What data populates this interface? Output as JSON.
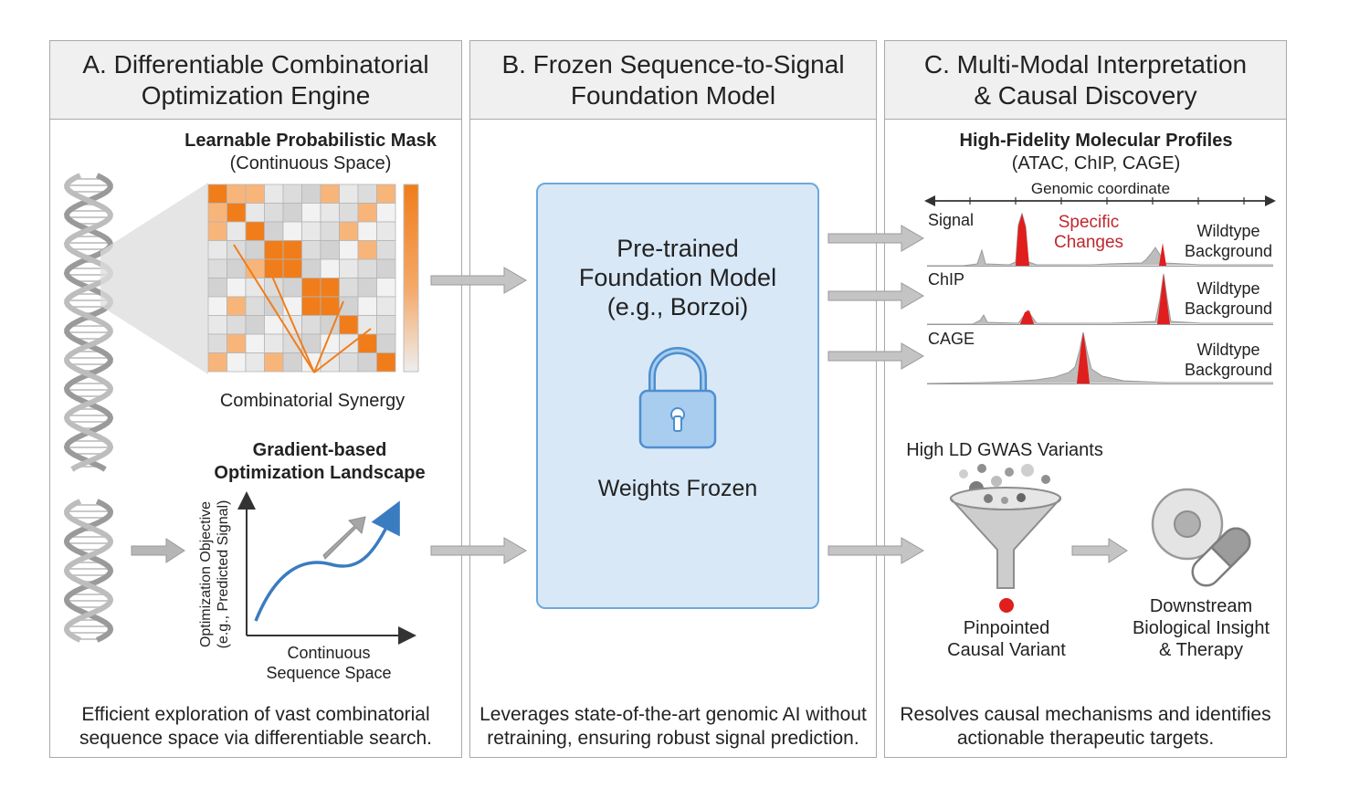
{
  "panels": {
    "a": {
      "title_line1": "A. Differentiable Combinatorial",
      "title_line2": "Optimization Engine",
      "mask_title_line1": "Learnable Probabilistic Mask",
      "mask_title_line2": "(Continuous Space)",
      "synergy_label": "Combinatorial Synergy",
      "landscape_title_line1": "Gradient-based",
      "landscape_title_line2": "Optimization Landscape",
      "y_axis_line1": "Optimization Objective",
      "y_axis_line2": "(e.g., Predicted Signal)",
      "x_axis_line1": "Continuous",
      "x_axis_line2": "Sequence Space",
      "caption_line1": "Efficient exploration of vast combinatorial",
      "caption_line2": "sequence space via differentiable search."
    },
    "b": {
      "title_line1": "B. Frozen Sequence-to-Signal",
      "title_line2": "Foundation Model",
      "model_line1": "Pre-trained",
      "model_line2": "Foundation Model",
      "model_line3": "(e.g., Borzoi)",
      "frozen_label": "Weights Frozen",
      "caption_line1": "Leverages state-of-the-art genomic AI without",
      "caption_line2": "retraining, ensuring robust signal prediction."
    },
    "c": {
      "title_line1": "C. Multi-Modal Interpretation",
      "title_line2": "& Causal Discovery",
      "profiles_title_line1": "High-Fidelity Molecular Profiles",
      "profiles_title_line2": "(ATAC, ChIP, CAGE)",
      "coord_label": "Genomic coordinate",
      "specific_line1": "Specific",
      "specific_line2": "Changes",
      "tracks": [
        {
          "name": "Signal",
          "bg_line1": "Wildtype",
          "bg_line2": "Background"
        },
        {
          "name": "ChIP",
          "bg_line1": "Wildtype",
          "bg_line2": "Background"
        },
        {
          "name": "CAGE",
          "bg_line1": "Wildtype",
          "bg_line2": "Background"
        }
      ],
      "gwas_label": "High LD GWAS Variants",
      "causal_line1": "Pinpointed",
      "causal_line2": "Causal Variant",
      "insight_line1": "Downstream",
      "insight_line2": "Biological Insight",
      "insight_line3": "& Therapy",
      "caption_line1": "Resolves causal mechanisms and identifies",
      "caption_line2": "actionable therapeutic targets."
    }
  },
  "colors": {
    "orange": "#f07d1a",
    "red": "#e01e1e",
    "blue": "#3a7cc0",
    "model_fill": "#d8e8f7",
    "model_stroke": "#6ea8dc",
    "arrow_gray": "#9a9a9a"
  }
}
